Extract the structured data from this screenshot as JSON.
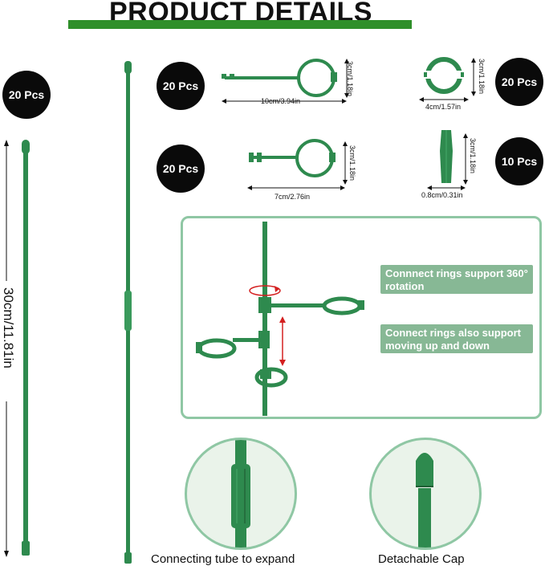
{
  "header": {
    "title": "PRODUCT DETAILS"
  },
  "badges": {
    "stake": "20 Pcs",
    "long_arm_ring": "20 Pcs",
    "small_ring": "20 Pcs",
    "short_arm_ring": "20 Pcs",
    "tube": "10 Pcs"
  },
  "dimensions": {
    "stake_length": "30cm/11.81in",
    "long_ring_width": "10cm/3.94in",
    "long_ring_height": "3cm/1.18in",
    "small_ring_width": "4cm/1.57in",
    "small_ring_height": "3cm/1.18in",
    "short_ring_width": "7cm/2.76in",
    "short_ring_height": "3cm/1.18in",
    "tube_width": "0.8cm/0.31in",
    "tube_height": "3cm/1.18in"
  },
  "callouts": {
    "rotation": "Connnect rings support 360° rotation",
    "moving": "Connect rings also support moving up and down"
  },
  "captions": {
    "tube": "Connecting tube to expand",
    "cap": "Detachable Cap"
  },
  "colors": {
    "title_bar": "#2f8f2a",
    "plastic_green": "#2e8a4e",
    "panel_border": "#8fc7a4",
    "callout_bg": "#87b895",
    "badge": "#0a0a0a",
    "arrow_red": "#d42020"
  }
}
